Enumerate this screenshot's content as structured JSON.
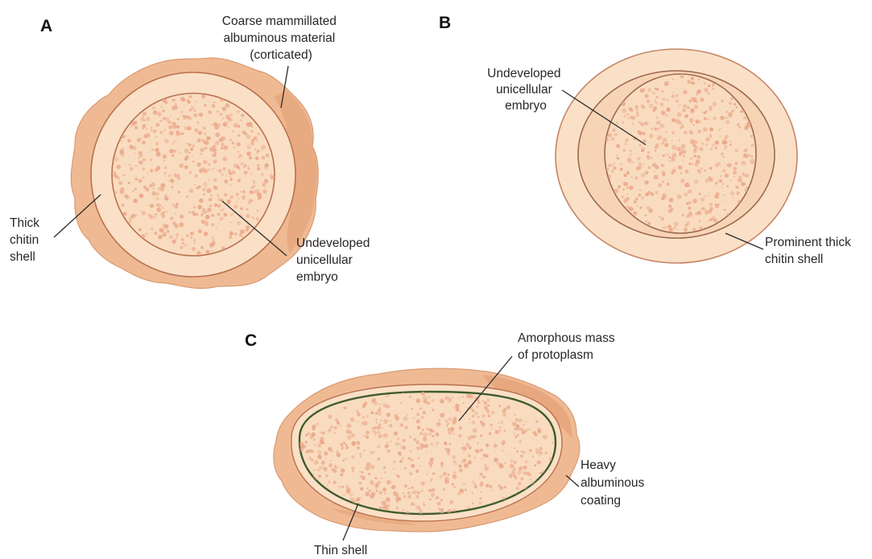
{
  "colors": {
    "coat": "#efba93",
    "coat_shadow": "#e29d72",
    "shell_fill": "#fae0c6",
    "shell_line": "#b9714f",
    "embryo_fill": "#f9dcc0",
    "dots": "#eba98a",
    "thin_shell_line": "#3e5c2e",
    "leader": "#2b2b2b"
  },
  "panels": {
    "a": {
      "letter": "A",
      "coarse_coat_label": [
        "Coarse mammillated",
        "albuminous material",
        "(corticated)"
      ],
      "shell_label": [
        "Thick",
        "chitin",
        "shell"
      ],
      "embryo_label": [
        "Undeveloped",
        "unicellular",
        "embryo"
      ]
    },
    "b": {
      "letter": "B",
      "embryo_label": [
        "Undeveloped",
        "unicellular",
        "embryo"
      ],
      "shell_label": [
        "Prominent thick",
        "chitin shell"
      ]
    },
    "c": {
      "letter": "C",
      "protoplasm_label": [
        "Amorphous mass",
        "of protoplasm"
      ],
      "coating_label": [
        "Heavy",
        "albuminous",
        "coating"
      ],
      "shell_label": [
        "Thin shell"
      ]
    }
  }
}
